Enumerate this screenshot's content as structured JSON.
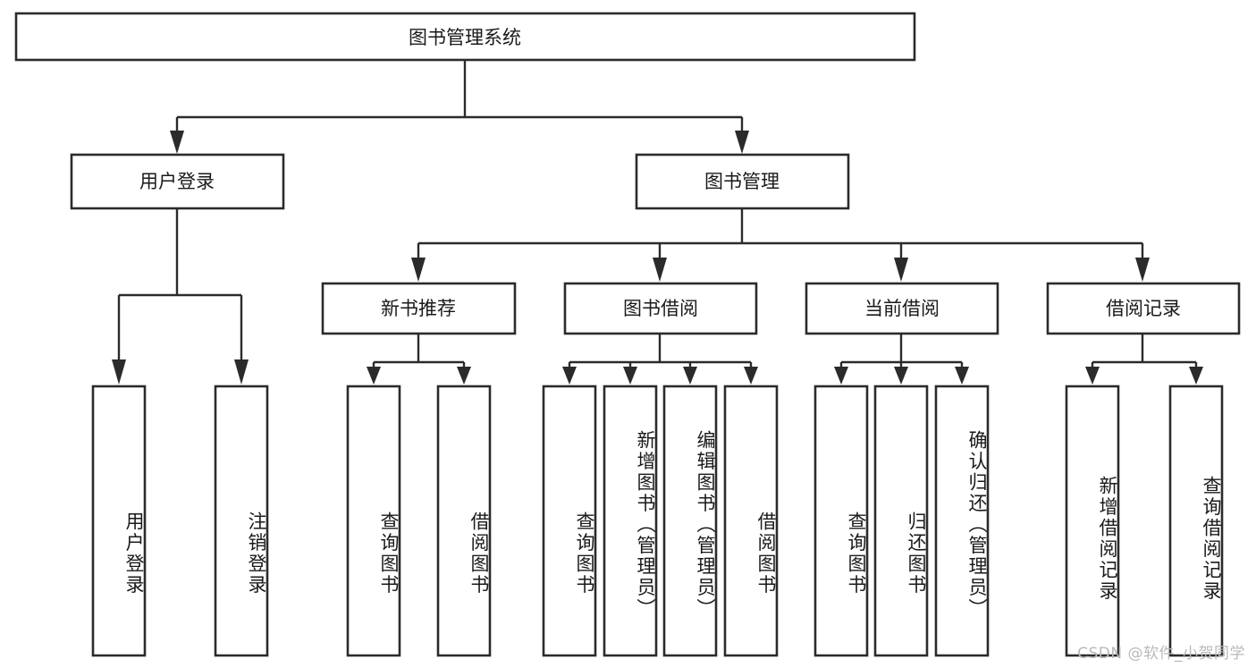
{
  "diagram": {
    "title": "图书管理系统",
    "type": "tree-hierarchy-chart",
    "watermark": "CSDN @软件_小贺同学",
    "colors": {
      "background": "#ffffff",
      "stroke": "#2b2b2b",
      "box_fill": "#ffffff",
      "text": "#1a1a1a",
      "watermark": "#b9b9b9"
    },
    "root": {
      "label": "图书管理系统"
    },
    "level2": [
      {
        "id": "user-login",
        "label": "用户登录"
      },
      {
        "id": "book-manage",
        "label": "图书管理"
      }
    ],
    "level3": [
      {
        "id": "new-book-recommend",
        "label": "新书推荐"
      },
      {
        "id": "book-borrow",
        "label": "图书借阅"
      },
      {
        "id": "current-borrow",
        "label": "当前借阅"
      },
      {
        "id": "borrow-record",
        "label": "借阅记录"
      }
    ],
    "leaves": {
      "user-login": [
        {
          "id": "leaf-user-login",
          "label": "用户登录"
        },
        {
          "id": "leaf-logout",
          "label": "注销登录"
        }
      ],
      "new-book-recommend": [
        {
          "id": "leaf-query-book-1",
          "label": "查询图书"
        },
        {
          "id": "leaf-borrow-book-1",
          "label": "借阅图书"
        }
      ],
      "book-borrow": [
        {
          "id": "leaf-query-book-2",
          "label": "查询图书"
        },
        {
          "id": "leaf-add-book",
          "label": "新增图书（管理员）"
        },
        {
          "id": "leaf-edit-book",
          "label": "编辑图书（管理员）"
        },
        {
          "id": "leaf-borrow-book-2",
          "label": "借阅图书"
        }
      ],
      "current-borrow": [
        {
          "id": "leaf-query-book-3",
          "label": "查询图书"
        },
        {
          "id": "leaf-return-book",
          "label": "归还图书"
        },
        {
          "id": "leaf-confirm-return",
          "label": "确认归还（管理员）"
        }
      ],
      "borrow-record": [
        {
          "id": "leaf-add-record",
          "label": "新增借阅记录"
        },
        {
          "id": "leaf-query-record",
          "label": "查询借阅记录"
        }
      ]
    }
  }
}
